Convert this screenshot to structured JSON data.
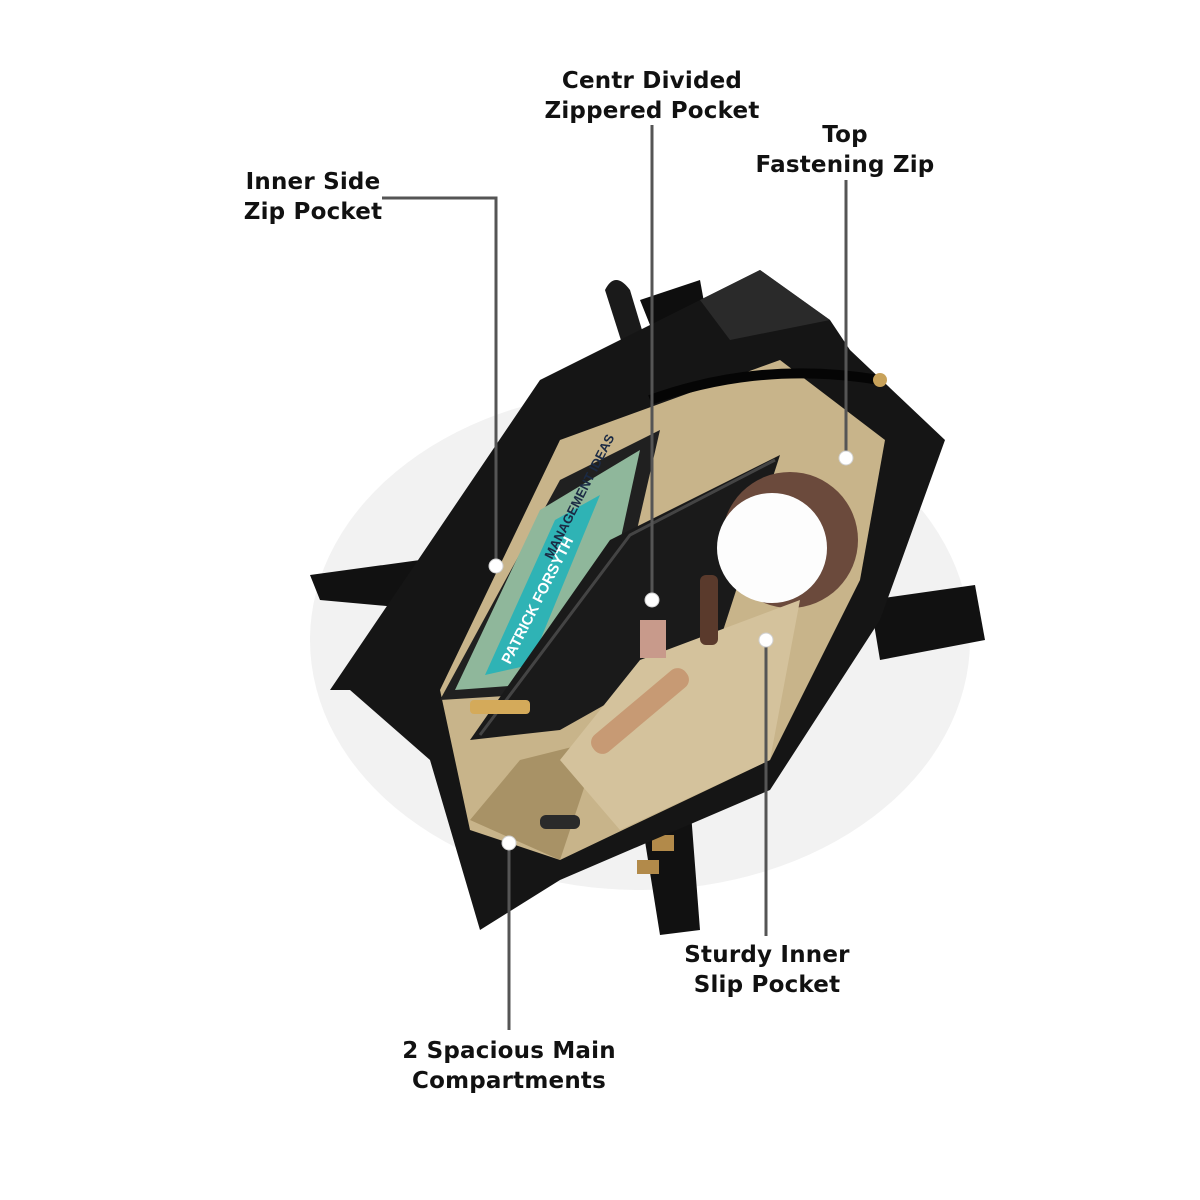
{
  "callouts": {
    "centre_pocket": {
      "line1": "Centr Divided",
      "line2": "Zippered Pocket"
    },
    "top_zip": {
      "line1": "Top",
      "line2": "Fastening Zip"
    },
    "side_pocket": {
      "line1": "Inner Side",
      "line2": "Zip Pocket"
    },
    "slip_pocket": {
      "line1": "Sturdy Inner",
      "line2": "Slip Pocket"
    },
    "main_compartments": {
      "line1": "2 Spacious Main",
      "line2": "Compartments"
    }
  },
  "book": {
    "author": "PATRICK FORSYTH",
    "title": "MANAGEMENT IDEAS"
  },
  "colors": {
    "leather": "#141414",
    "lining": "#c8b48a",
    "leader_line": "#555555",
    "book_spine": "#2fb3b5"
  }
}
